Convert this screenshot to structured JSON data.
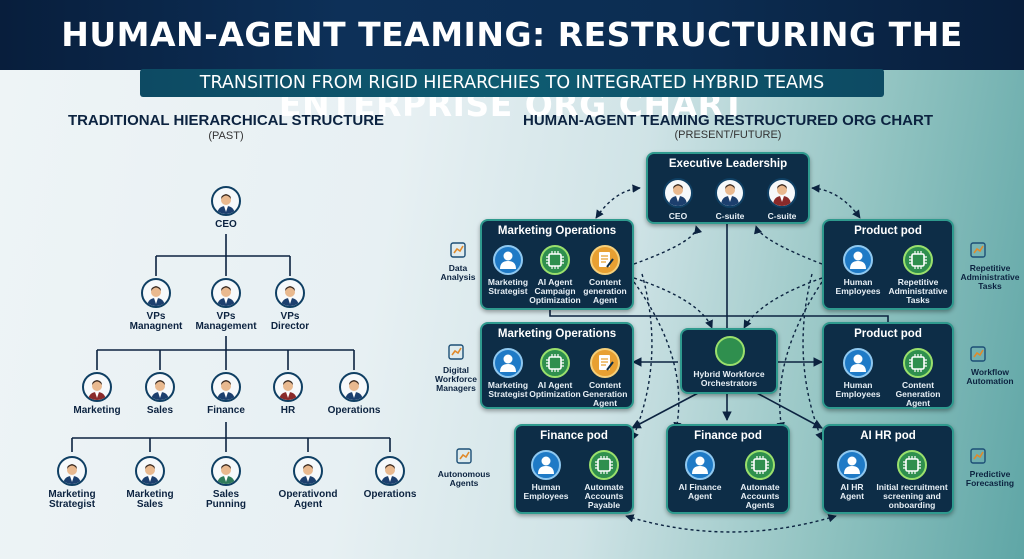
{
  "title": "HUMAN-AGENT TEAMING: RESTRUCTURING THE ENTERPRISE ORG CHART",
  "subtitle": "TRANSITION FROM RIGID HIERARCHIES TO INTEGRATED HYBRID TEAMS",
  "left": {
    "heading": "TRADITIONAL HIERARCHICAL STRUCTURE",
    "sub": "(PAST)",
    "ceo": "CEO",
    "vps": [
      "VPs\nManagnent",
      "VPs\nManagement",
      "VPs\nDirector"
    ],
    "depts": [
      "Marketing",
      "Sales",
      "Finance",
      "HR",
      "Operations"
    ],
    "roles": [
      "Marketing\nStrategist",
      "Marketing\nSales",
      "Sales\nPunning",
      "Operativond\nAgent",
      "Operations"
    ]
  },
  "right": {
    "heading": "HUMAN-AGENT TEAMING RESTRUCTURED ORG CHART",
    "sub": "(PRESENT/FUTURE)",
    "exec": {
      "title": "Executive Leadership",
      "members": [
        "CEO",
        "C-suite",
        "C-suite"
      ]
    },
    "orchestrator": "Hybrid Workforce\nOrchestrators",
    "boxes": [
      {
        "title": "Marketing Operations",
        "items": [
          "Marketing\nStrategist",
          "AI Agent\nCampaign\nOptimization",
          "Content\ngeneration\nAgent"
        ]
      },
      {
        "title": "Product pod",
        "items": [
          "Human\nEmployees",
          "Repetitive\nAdministrative\nTasks"
        ]
      },
      {
        "title": "Marketing Operations",
        "items": [
          "Marketing\nStrategist",
          "AI Agent\nOptimization",
          "Content\nGeneration\nAgent"
        ]
      },
      {
        "title": "Product pod",
        "items": [
          "Human\nEmployees",
          "Content\nGeneration\nAgent"
        ]
      },
      {
        "title": "Finance pod",
        "items": [
          "Human\nEmployees",
          "Automate\nAccounts\nPayable"
        ]
      },
      {
        "title": "Finance pod",
        "items": [
          "AI Finance\nAgent",
          "Automate\nAccounts\nAgents"
        ]
      },
      {
        "title": "AI HR pod",
        "items": [
          "AI HR\nAgent",
          "Initial recruitment\nscreening and\nonboarding"
        ]
      }
    ],
    "side_left": [
      "Data\nAnalysis",
      "Digital\nWorkforce\nManagers",
      "Autonomous\nAgents"
    ],
    "side_right": [
      "Repetitive\nAdministrative\nTasks",
      "Workflow\nAutomation",
      "Predictive\nForecasting"
    ]
  },
  "colors": {
    "navy": "#0d2d47",
    "teal_border": "#2f9a8e",
    "human": "#1f7ac6",
    "ai": "#2f8f4e",
    "doc": "#e8a032"
  }
}
